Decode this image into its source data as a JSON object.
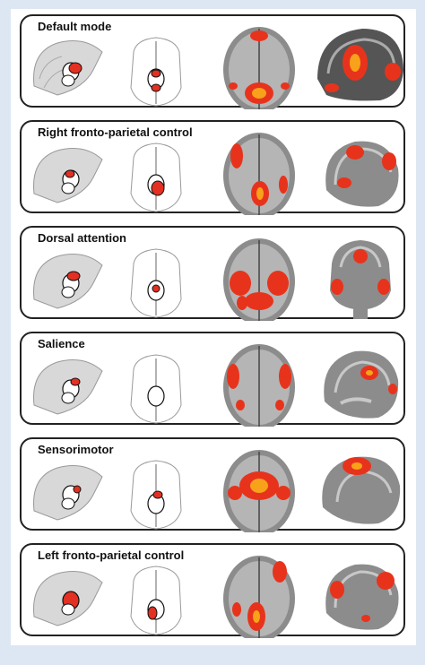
{
  "figure": {
    "panels": [
      {
        "title": "Default mode"
      },
      {
        "title": "Right fronto-parietal control"
      },
      {
        "title": "Dorsal attention"
      },
      {
        "title": "Salience"
      },
      {
        "title": "Sensorimotor"
      },
      {
        "title": "Left fronto-parietal control"
      }
    ]
  },
  "colors": {
    "activation": "#e8331c",
    "activation_core": "#f7a21a",
    "roi_fill": "#e33022",
    "brain_gray": "#8c8c8c"
  }
}
